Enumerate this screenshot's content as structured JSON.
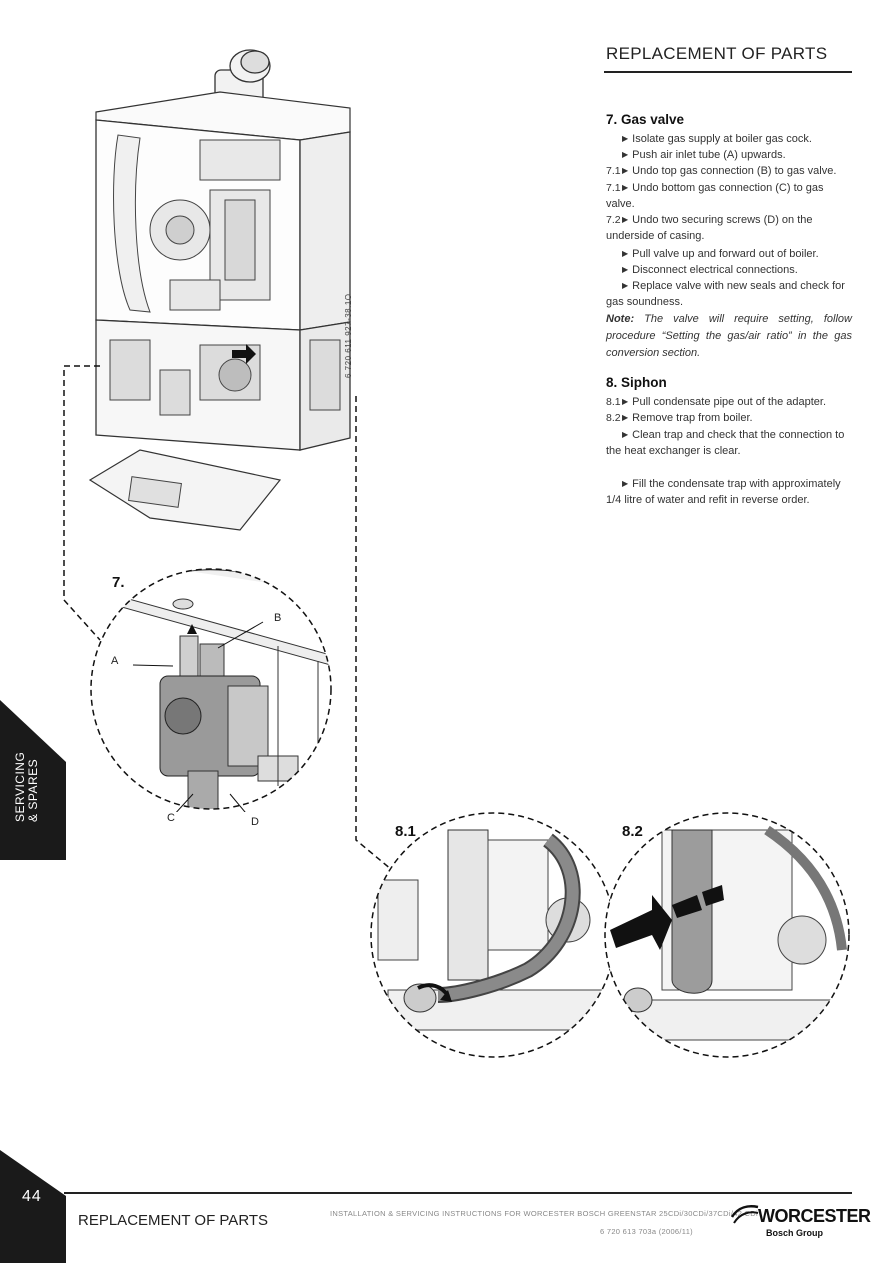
{
  "header": {
    "title": "REPLACEMENT OF PARTS"
  },
  "gas_valve": {
    "title": "7.  Gas valve",
    "steps": [
      {
        "num": "",
        "text": "Isolate gas supply at boiler gas cock."
      },
      {
        "num": "",
        "text": "Push air inlet tube (A) upwards."
      },
      {
        "num": "7.1",
        "text": "Undo top gas connection (B) to gas valve."
      },
      {
        "num": "7.1",
        "text": "Undo bottom gas connection (C) to gas valve."
      },
      {
        "num": "7.2",
        "text": "Undo two securing screws (D) on the underside of casing."
      },
      {
        "num": "",
        "text": "Pull valve up and forward out of boiler."
      },
      {
        "num": "",
        "text": "Disconnect electrical connections."
      },
      {
        "num": "",
        "text": "Replace valve with new seals and check for gas soundness."
      }
    ],
    "note_label": "Note:",
    "note_text": "The valve will require setting, follow procedure “Setting the gas/air ratio” in the gas conversion section."
  },
  "siphon": {
    "title": "8.  Siphon",
    "steps": [
      {
        "num": "8.1",
        "text": "Pull condensate pipe out of the adapter."
      },
      {
        "num": "8.2",
        "text": "Remove trap from boiler."
      },
      {
        "num": "",
        "text": "Clean trap and check that the connection to the heat exchanger is clear."
      },
      {
        "num": "",
        "text": "Fill the condensate trap with approximately 1/4 litre of water and refit in reverse order."
      }
    ]
  },
  "figure": {
    "code": "6 720 611 927-38.1O",
    "labels": {
      "fig7": "7.",
      "fig81": "8.1",
      "fig82": "8.2"
    },
    "callouts": {
      "a": "A",
      "b": "B",
      "c": "C",
      "d": "D"
    }
  },
  "side_tab": {
    "line1": "SERVICING",
    "line2": "& SPARES"
  },
  "footer": {
    "page_number": "44",
    "title": "REPLACEMENT OF PARTS",
    "doc_title": "INSTALLATION & SERVICING INSTRUCTIONS FOR WORCESTER BOSCH GREENSTAR 25CDi/30CDi/37CDi/42 CDi",
    "doc_code": "6 720 613 703a (2006/11)",
    "brand": "WORCESTER",
    "brand_sub": "Bosch Group"
  },
  "colors": {
    "tab": "#1a1a1a",
    "text": "#222222"
  }
}
